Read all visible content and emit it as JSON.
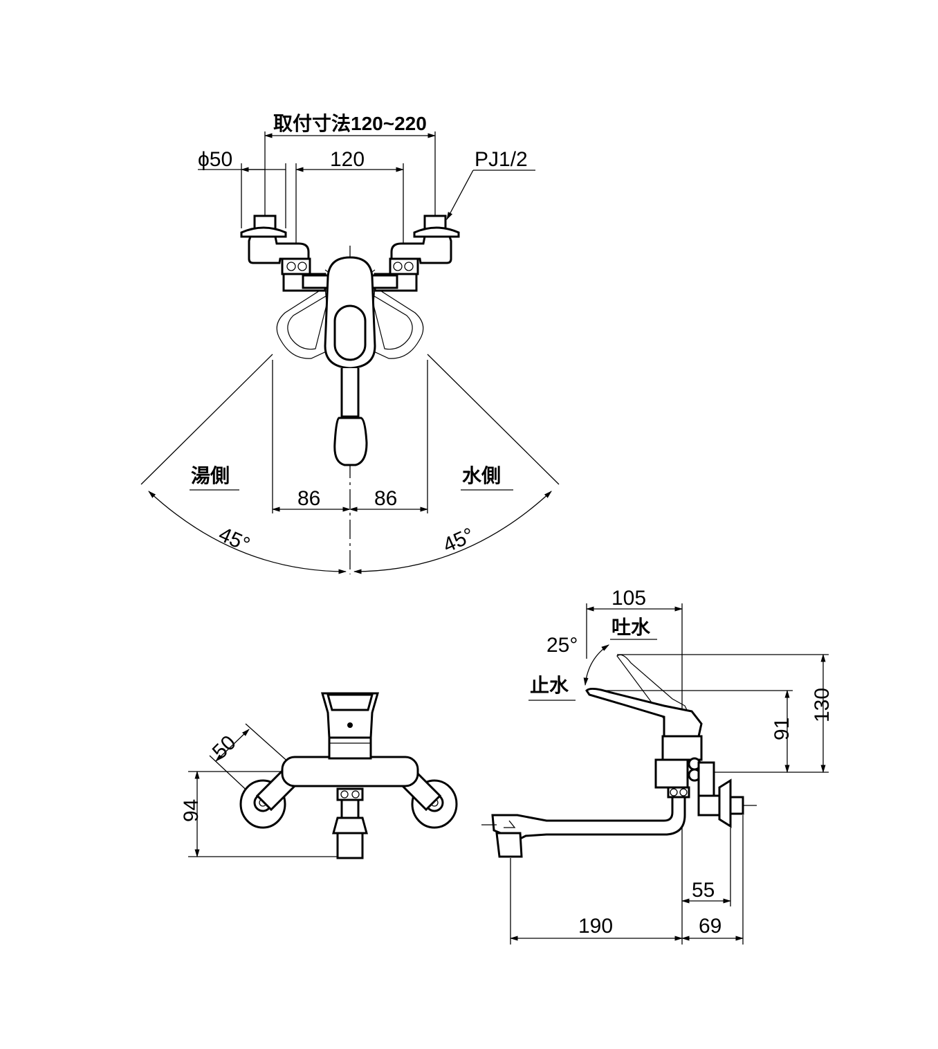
{
  "top_view": {
    "mount_range": "取付寸法120~220",
    "dia": "ϕ50",
    "spacing": "120",
    "thread": "PJ1/2",
    "hot_side": "湯側",
    "cold_side": "水側",
    "left_offset": "86",
    "right_offset": "86",
    "left_angle": "45°",
    "right_angle": "45°"
  },
  "front_view": {
    "dim_50": "50",
    "dim_94": "94"
  },
  "side_view": {
    "dim_105": "105",
    "flow_on": "吐水",
    "angle_25": "25°",
    "flow_off": "止水",
    "dim_130": "130",
    "dim_91": "91",
    "dim_55": "55",
    "dim_190": "190",
    "dim_69": "69"
  }
}
